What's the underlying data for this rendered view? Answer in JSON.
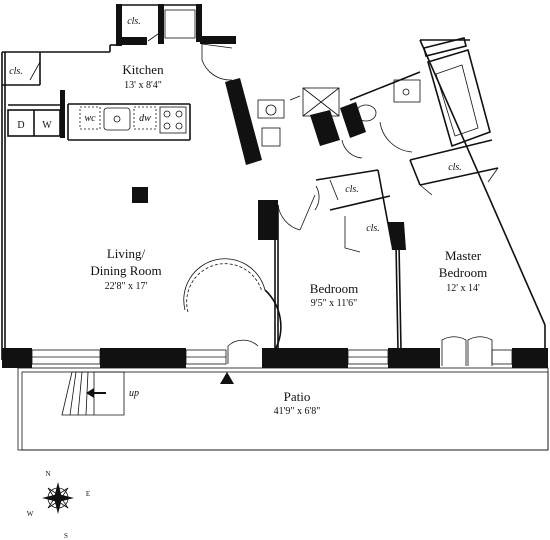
{
  "rooms": {
    "kitchen": {
      "name": "Kitchen",
      "dims": "13' x 8'4\""
    },
    "living": {
      "name_line1": "Living/",
      "name_line2": "Dining Room",
      "dims": "22'8\" x 17'"
    },
    "bedroom": {
      "name": "Bedroom",
      "dims": "9'5\" x 11'6\""
    },
    "master": {
      "name_line1": "Master",
      "name_line2": "Bedroom",
      "dims": "12' x 14'"
    },
    "patio": {
      "name": "Patio",
      "dims": "41'9\" x 6'8\""
    }
  },
  "closets": [
    "cls.",
    "cls.",
    "cls.",
    "cls.",
    "cls."
  ],
  "appliances": {
    "dryer": "D",
    "washer": "W",
    "wine_cooler": "wc",
    "dishwasher": "dw"
  },
  "stairs_label": "up",
  "compass": {
    "n": "N",
    "e": "E",
    "s": "S",
    "w": "W"
  }
}
